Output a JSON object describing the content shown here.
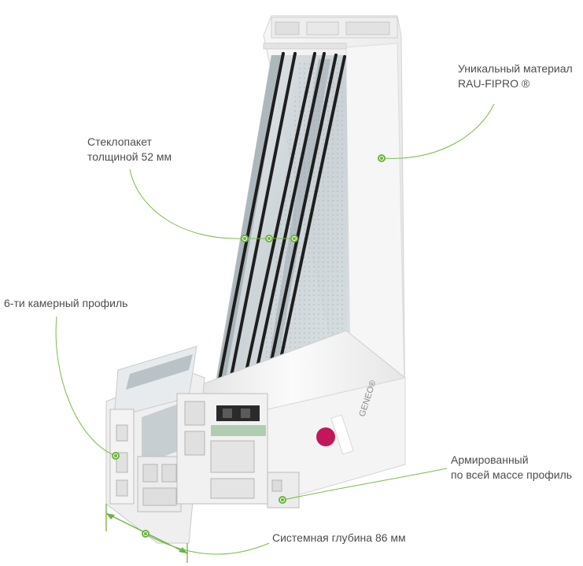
{
  "callouts": {
    "material": {
      "line1": "Уникальный материал",
      "line2": "RAU-FIPRO ®"
    },
    "glass": {
      "line1": "Стеклопакет",
      "line2": "толщиной 52 мм"
    },
    "chambers": {
      "line1": "6-ти камерный профиль"
    },
    "reinforced": {
      "line1": "Армированный",
      "line2": "по всей массе профиль"
    },
    "depth": {
      "line1": "Системная глубина 86 мм"
    }
  },
  "product_markings": {
    "brand": "GENEO®"
  },
  "colors": {
    "accent": "#6cb33f",
    "text": "#4d4d4d",
    "profile": "#f2f2f2",
    "glass": "#c9d3d8",
    "gasket": "#222222",
    "badge": "#c2185b"
  }
}
